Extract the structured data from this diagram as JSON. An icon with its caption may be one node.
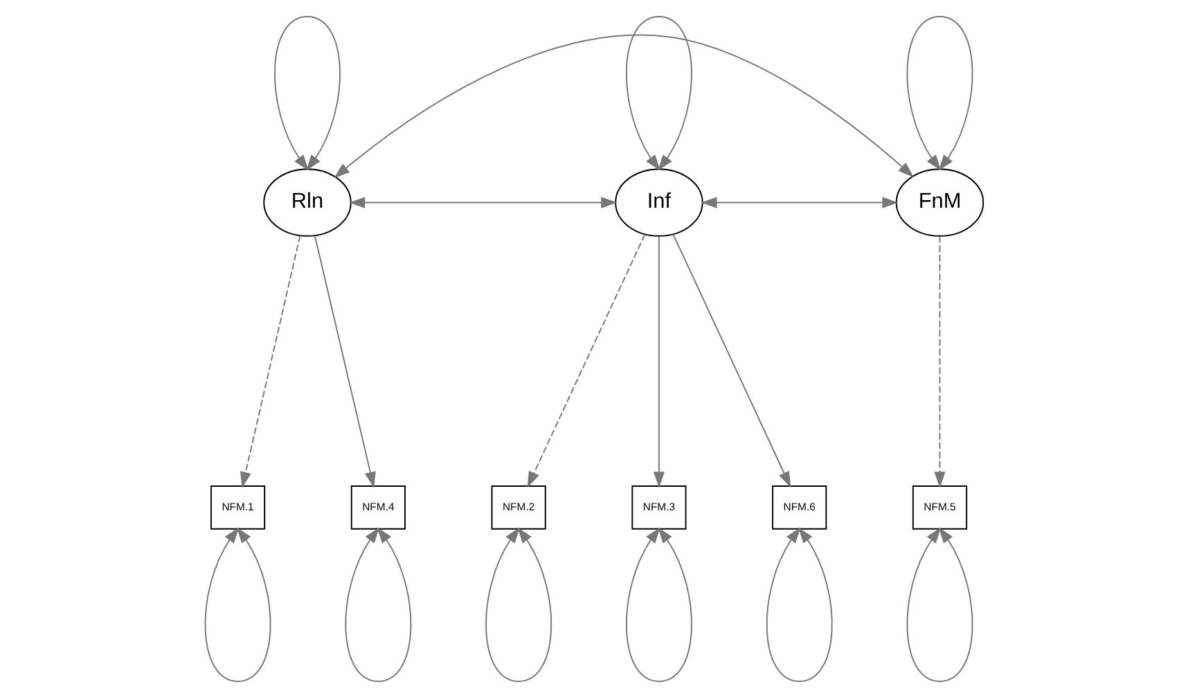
{
  "diagram": {
    "nodes": [
      {
        "text": [
          "Rln"
        ]
      },
      {
        "text": [
          "Inf"
        ]
      },
      {
        "text": [
          "FnM"
        ]
      },
      {
        "text": [
          "NFM.1"
        ]
      },
      {
        "text": [
          "NFM.4"
        ]
      },
      {
        "text": [
          "NFM.2"
        ]
      },
      {
        "text": [
          "NFM.3"
        ]
      },
      {
        "text": [
          "NFM.6"
        ]
      },
      {
        "text": [
          "NFM.5"
        ]
      }
    ],
    "edges": [
      {
        "from": 0,
        "to": 0,
        "arrow": "both"
      },
      {
        "from": 1,
        "to": 1,
        "arrow": "both"
      },
      {
        "from": 2,
        "to": 2,
        "arrow": "both"
      },
      {
        "from": 0,
        "to": 1,
        "arrow": "both"
      },
      {
        "from": 1,
        "to": 2,
        "arrow": "both"
      },
      {
        "from": 0,
        "to": 2,
        "arrow": "both"
      },
      {
        "from": 0,
        "to": 3,
        "arrow": "to",
        "style": "dashed"
      },
      {
        "from": 0,
        "to": 4,
        "arrow": "to"
      },
      {
        "from": 1,
        "to": 5,
        "arrow": "to",
        "style": "dashed"
      },
      {
        "from": 1,
        "to": 6,
        "arrow": "to"
      },
      {
        "from": 1,
        "to": 7,
        "arrow": "to"
      },
      {
        "from": 2,
        "to": 8,
        "arrow": "to",
        "style": "dashed"
      },
      {
        "from": 3,
        "to": 3,
        "arrow": "both"
      },
      {
        "from": 4,
        "to": 4,
        "arrow": "both"
      },
      {
        "from": 5,
        "to": 5,
        "arrow": "both"
      },
      {
        "from": 6,
        "to": 6,
        "arrow": "both"
      },
      {
        "from": 7,
        "to": 7,
        "arrow": "both"
      },
      {
        "from": 8,
        "to": 8,
        "arrow": "both"
      }
    ]
  }
}
